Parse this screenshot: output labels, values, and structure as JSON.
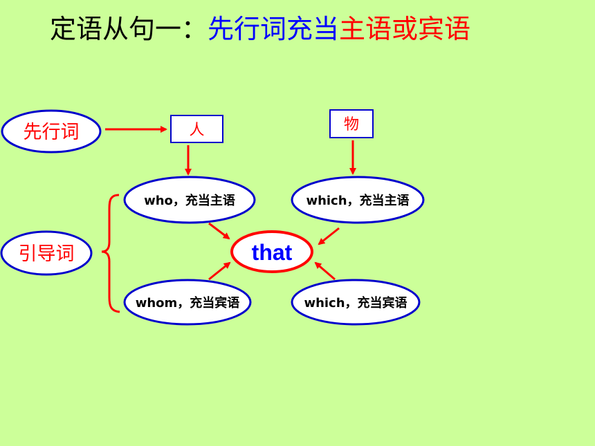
{
  "title": {
    "part1": "定语从句一：",
    "part2": "先行词充当",
    "part3": "主语或宾语"
  },
  "antecedent_label": "先行词",
  "person_box": "人",
  "thing_box": "物",
  "relative_label": "引导词",
  "center": "that",
  "who_subject": "who，充当主语",
  "which_subject": "which，充当主语",
  "whom_object": "whom，充当宾语",
  "which_object": "which，充当宾语",
  "colors": {
    "background": "#ccff99",
    "ellipse_stroke": "#0000cc",
    "accent_red": "#ff0000",
    "accent_blue": "#0000ff"
  }
}
